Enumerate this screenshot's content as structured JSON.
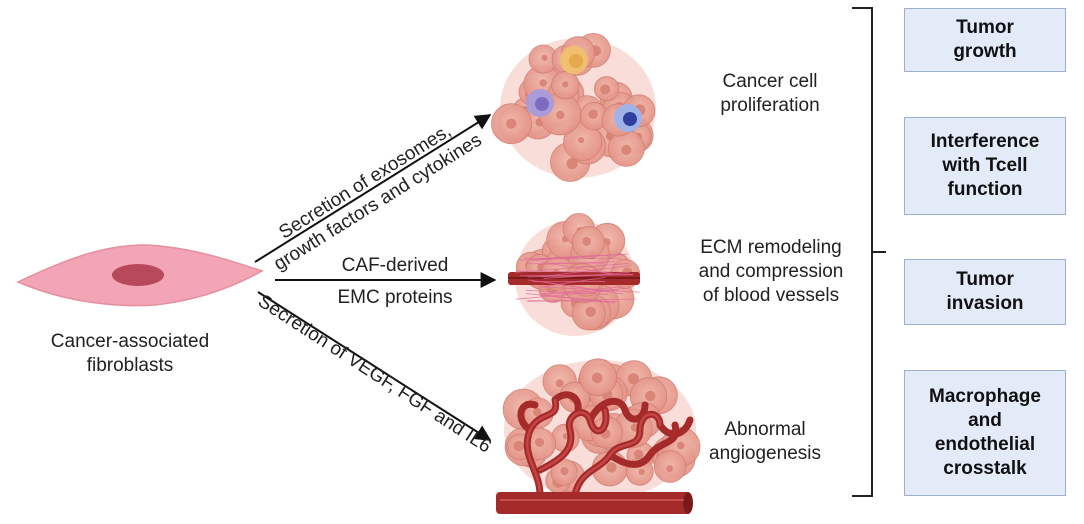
{
  "source": {
    "label_lines": [
      "Cancer-associated",
      "fibroblasts"
    ]
  },
  "pathways": [
    {
      "label_lines": [
        "Secretion of exosomes,",
        "growth factors and cytokines"
      ]
    },
    {
      "label_lines": [
        "CAF-derived",
        "EMC proteins"
      ]
    },
    {
      "label_lines": [
        "Secretion of VEGF, FGF and IL6"
      ]
    }
  ],
  "outcomes": [
    {
      "label_lines": [
        "Cancer cell",
        "proliferation"
      ]
    },
    {
      "label_lines": [
        "ECM remodeling",
        "and compression",
        "of blood vessels"
      ]
    },
    {
      "label_lines": [
        "Abnormal",
        "angiogenesis"
      ]
    }
  ],
  "effects": [
    {
      "label_lines": [
        "Tumor",
        "growth"
      ]
    },
    {
      "label_lines": [
        "Interference",
        "with Tcell",
        "function"
      ]
    },
    {
      "label_lines": [
        "Tumor",
        "invasion"
      ]
    },
    {
      "label_lines": [
        "Macrophage",
        "and",
        "endothelial",
        "crosstalk"
      ]
    }
  ],
  "colors": {
    "fibroblast": "#f0a0b0",
    "fibroblast_nucleus": "#b8485c",
    "tumor_cell": "#eaa59a",
    "tumor_cell_dark": "#d98577",
    "vessel": "#a52a2a",
    "box_fill": "#e3ebf8",
    "box_border": "#9cb0d4"
  }
}
